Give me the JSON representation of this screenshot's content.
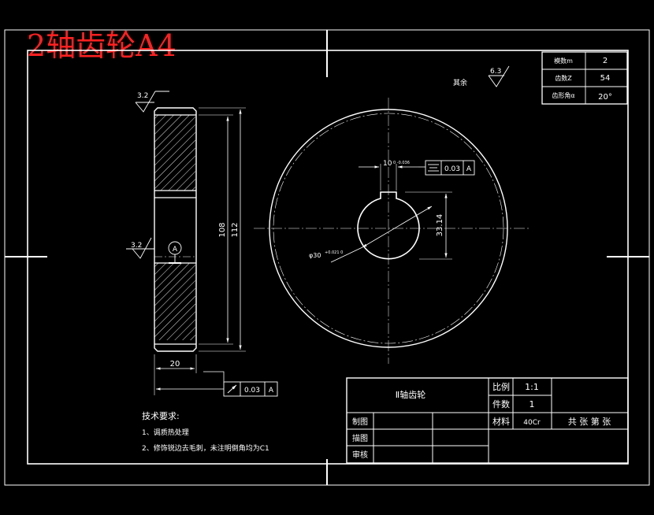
{
  "header": {
    "title": "2轴齿轮A4"
  },
  "surface": {
    "rest": "其余",
    "rest_value": "6.3",
    "left_top": "3.2",
    "left_mid": "3.2"
  },
  "datum": {
    "letter": "A"
  },
  "dims": {
    "d108": "108",
    "d112": "112",
    "width": "20",
    "keyway": "10",
    "keyway_tol": "0 -0.036",
    "bore": "φ30",
    "bore_tol": "+0.021 0",
    "hub": "33.14"
  },
  "tolerances": {
    "symmetry_value": "0.03",
    "symmetry_ref": "A",
    "runout_value": "0.03",
    "runout_ref": "A"
  },
  "gear_params": {
    "rows": [
      {
        "label": "模数m",
        "value": "2"
      },
      {
        "label": "齿数Z",
        "value": "54"
      },
      {
        "label": "齿形角α",
        "value": "20°"
      }
    ]
  },
  "tech": {
    "heading": "技术要求:",
    "items": [
      "1、调质热处理",
      "2、修饰锐边去毛刺，未注明倒角均为C1"
    ]
  },
  "titleblock": {
    "part_name": "Ⅱ轴齿轮",
    "scale_label": "比例",
    "scale_value": "1:1",
    "qty_label": "件数",
    "qty_value": "1",
    "material_label": "材料",
    "material_value": "40Cr",
    "sheet_label": "共  张  第  张",
    "drawn_label": "制图",
    "design_label": "描图",
    "check_label": "审核"
  },
  "colors": {
    "line": "#ffffff",
    "title": "#ff2020",
    "background": "#000000"
  }
}
